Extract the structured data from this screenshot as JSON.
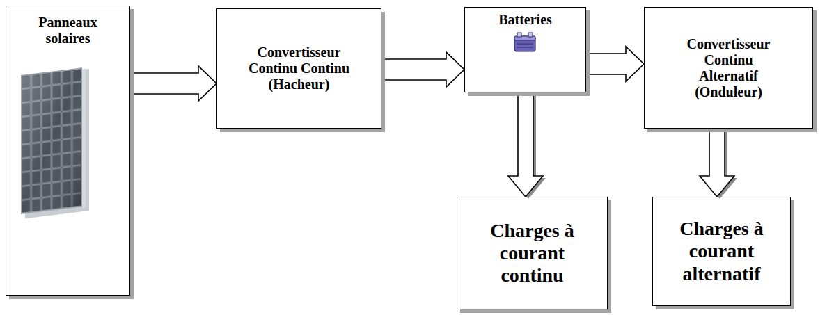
{
  "diagram": {
    "nodes": [
      {
        "text": [
          "Panneaux solaires"
        ]
      },
      {
        "text": [
          "Convertisseur Continu Continu (Hacheur)"
        ]
      },
      {
        "text": [
          "Batteries"
        ]
      },
      {
        "text": [
          "Convertisseur Continu Alternatif (Onduleur)"
        ]
      },
      {
        "text": [
          "Charges à courant continu"
        ]
      },
      {
        "text": [
          "Charges à courant alternatif"
        ]
      }
    ],
    "edges": [
      {
        "from": 0,
        "to": 1,
        "arrow": "to"
      },
      {
        "from": 1,
        "to": 2,
        "arrow": "to"
      },
      {
        "from": 2,
        "to": 3,
        "arrow": "to"
      },
      {
        "from": 2,
        "to": 4,
        "arrow": "to"
      },
      {
        "from": 3,
        "to": 5,
        "arrow": "to"
      }
    ]
  }
}
